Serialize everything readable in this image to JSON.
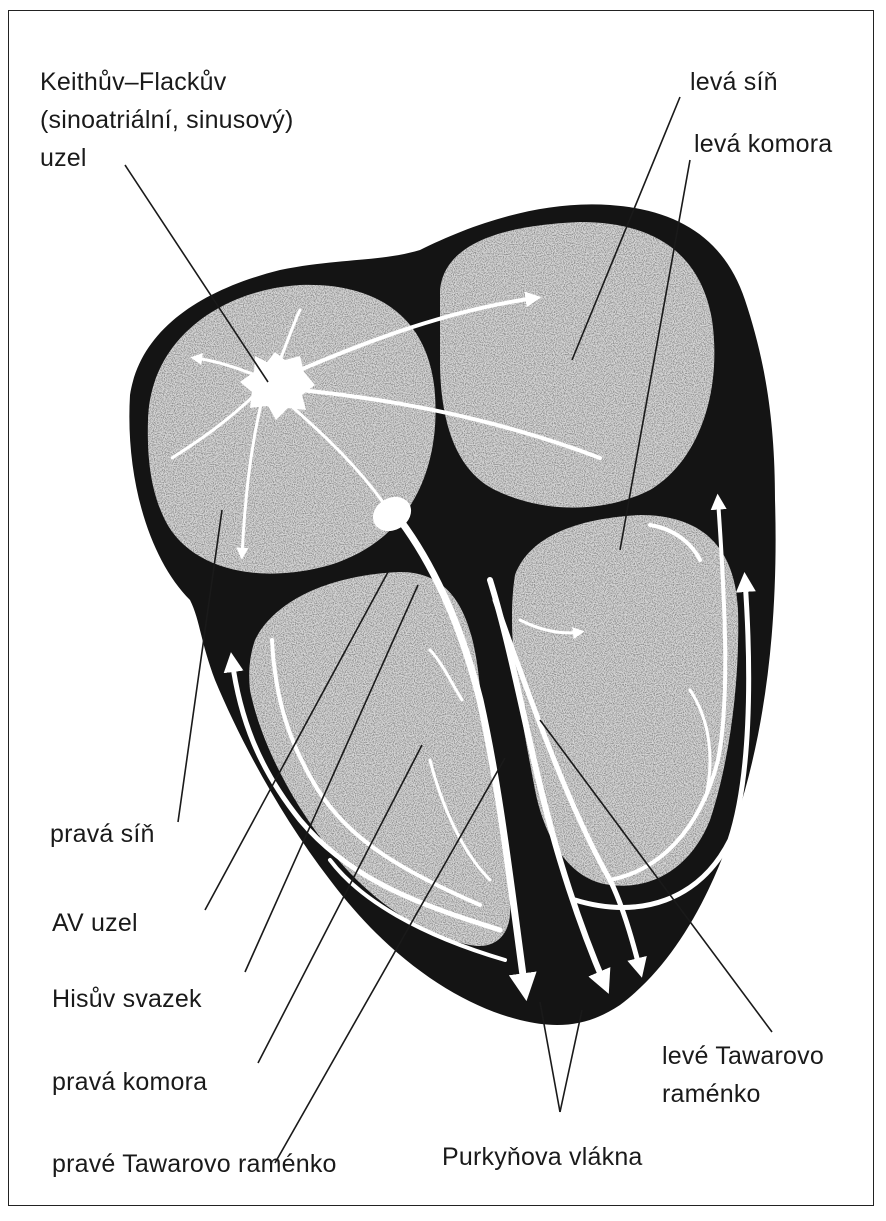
{
  "labels": {
    "sa_node": [
      "Keithův–Flackův",
      "(sinoatriální, sinusový)",
      "uzel"
    ],
    "left_atrium": "levá síň",
    "left_ventricle": "levá komora",
    "right_atrium": "pravá síň",
    "av_node": "AV uzel",
    "his_bundle": "Hisův svazek",
    "right_ventricle": "pravá komora",
    "right_bundle": "pravé Tawarovo raménko",
    "purkinje": "Purkyňova vlákna",
    "left_bundle": [
      "levé Tawarovo",
      "raménko"
    ]
  },
  "colors": {
    "wall": "#141414",
    "chamber": "#cfcfcf",
    "conduction": "#ffffff",
    "text": "#1a1a1a"
  }
}
